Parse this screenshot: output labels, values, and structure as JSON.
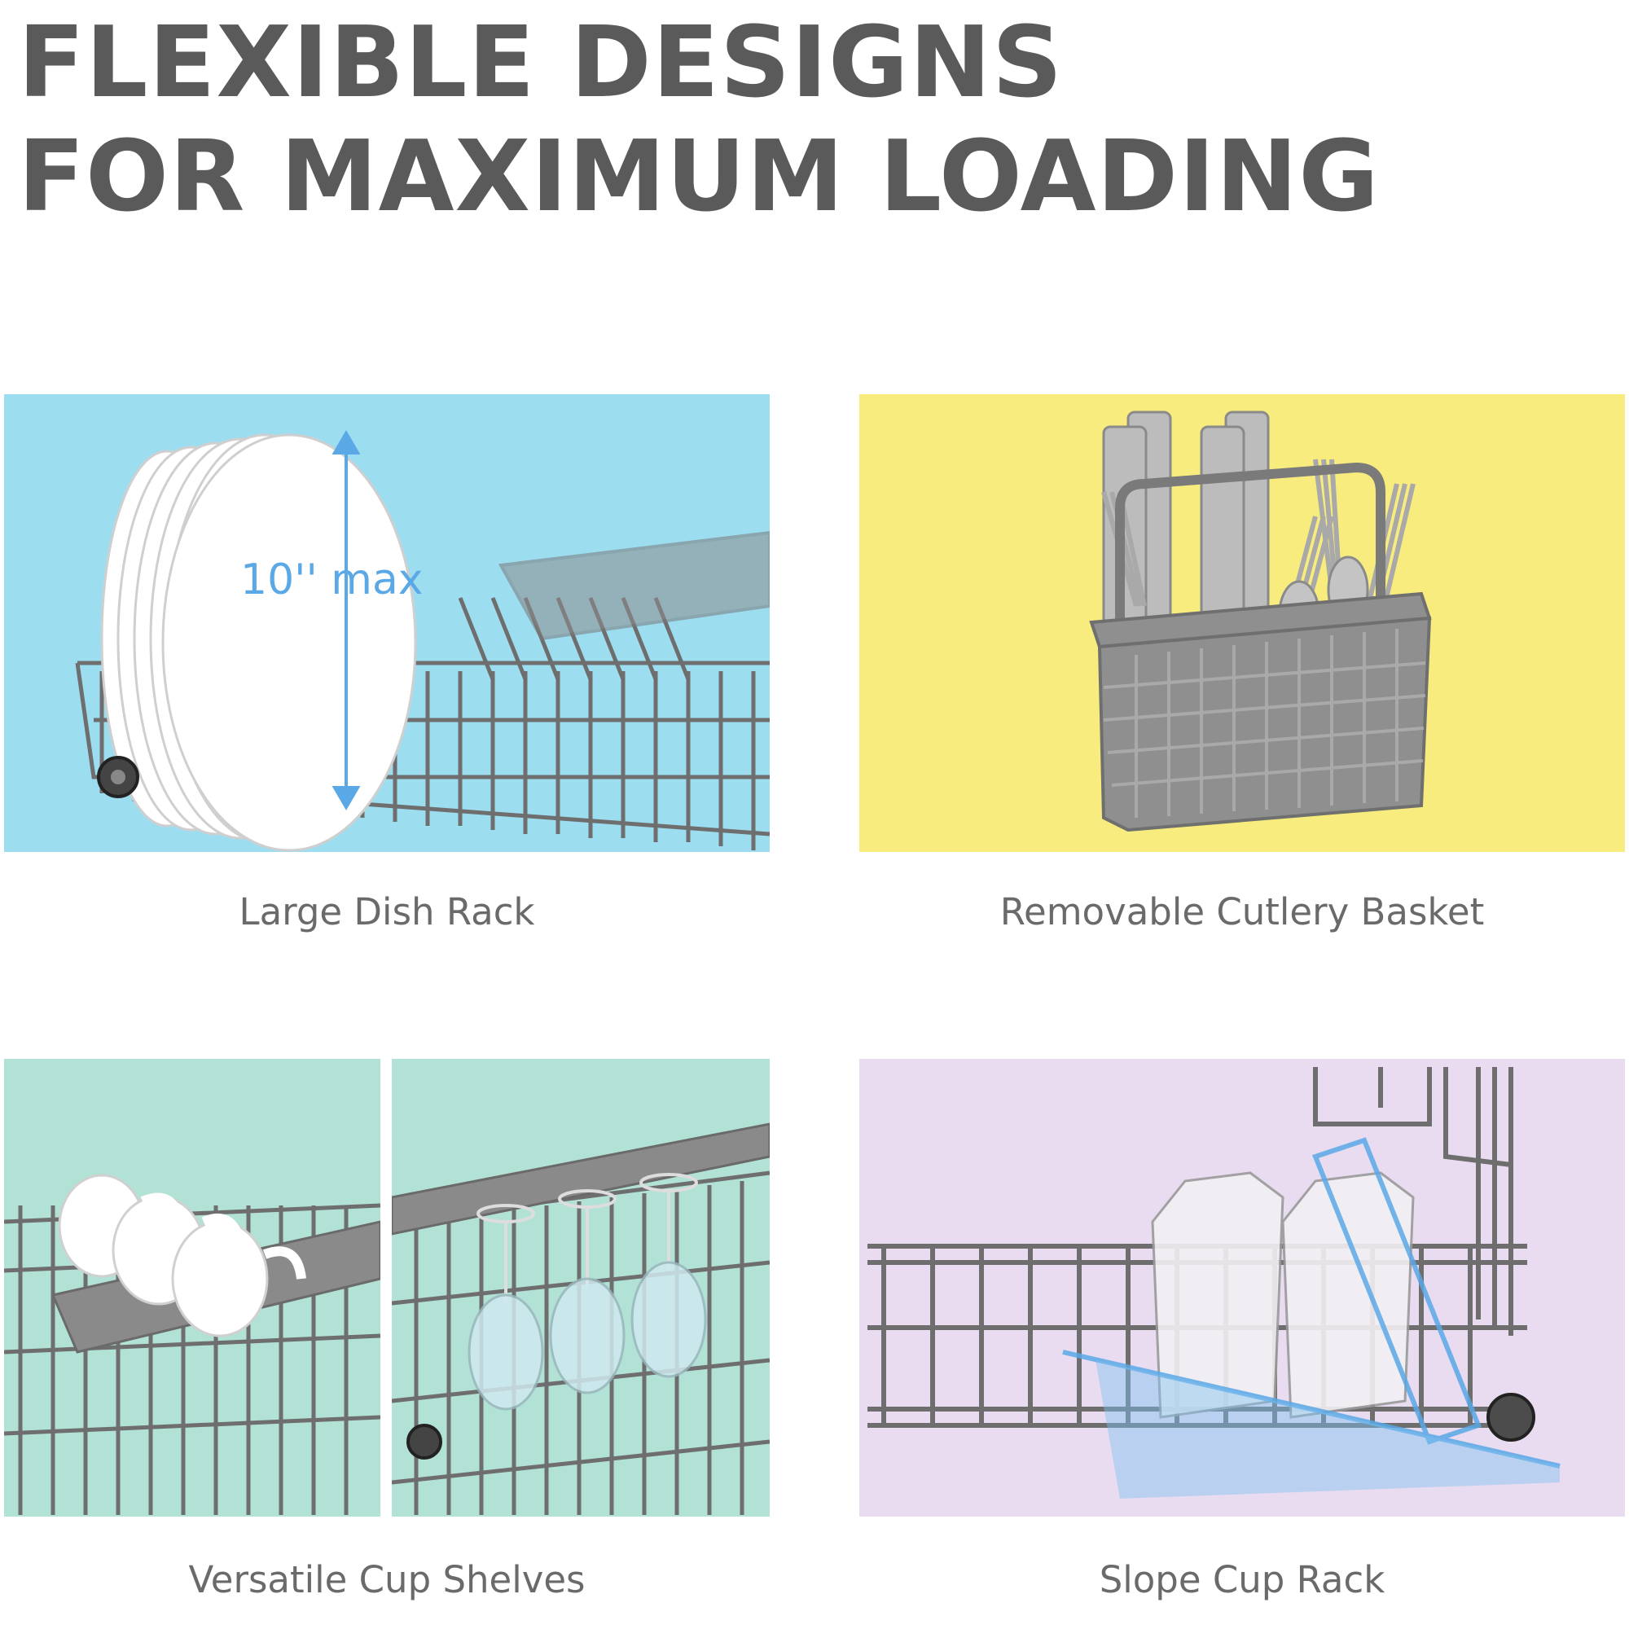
{
  "headline": {
    "line1": "FLEXIBLE DESIGNS",
    "line2": "FOR MAXIMUM LOADING"
  },
  "features": [
    {
      "caption": "Large Dish Rack",
      "annotation": "10'' max",
      "bg": "#9dddf0"
    },
    {
      "caption": "Removable Cutlery Basket",
      "bg": "#f8ec7e"
    },
    {
      "caption": "Versatile Cup Shelves",
      "bg": "#b2e1d6"
    },
    {
      "caption": "Slope Cup Rack",
      "bg": "#e9dcf0"
    }
  ],
  "colors": {
    "headline": "#5a5a5a",
    "caption": "#6a6a6a",
    "wire": "#6e6e6e",
    "accent_blue": "#5aa8e6"
  }
}
